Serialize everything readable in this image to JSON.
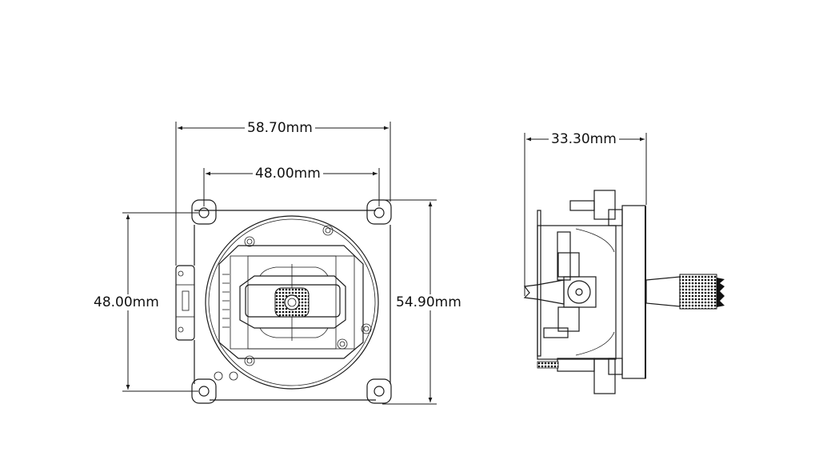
{
  "dimensions": {
    "front_overall_width": "58.70mm",
    "front_hole_spacing_horizontal": "48.00mm",
    "front_hole_spacing_vertical": "48.00mm",
    "front_overall_height": "54.90mm",
    "side_depth": "33.30mm"
  }
}
